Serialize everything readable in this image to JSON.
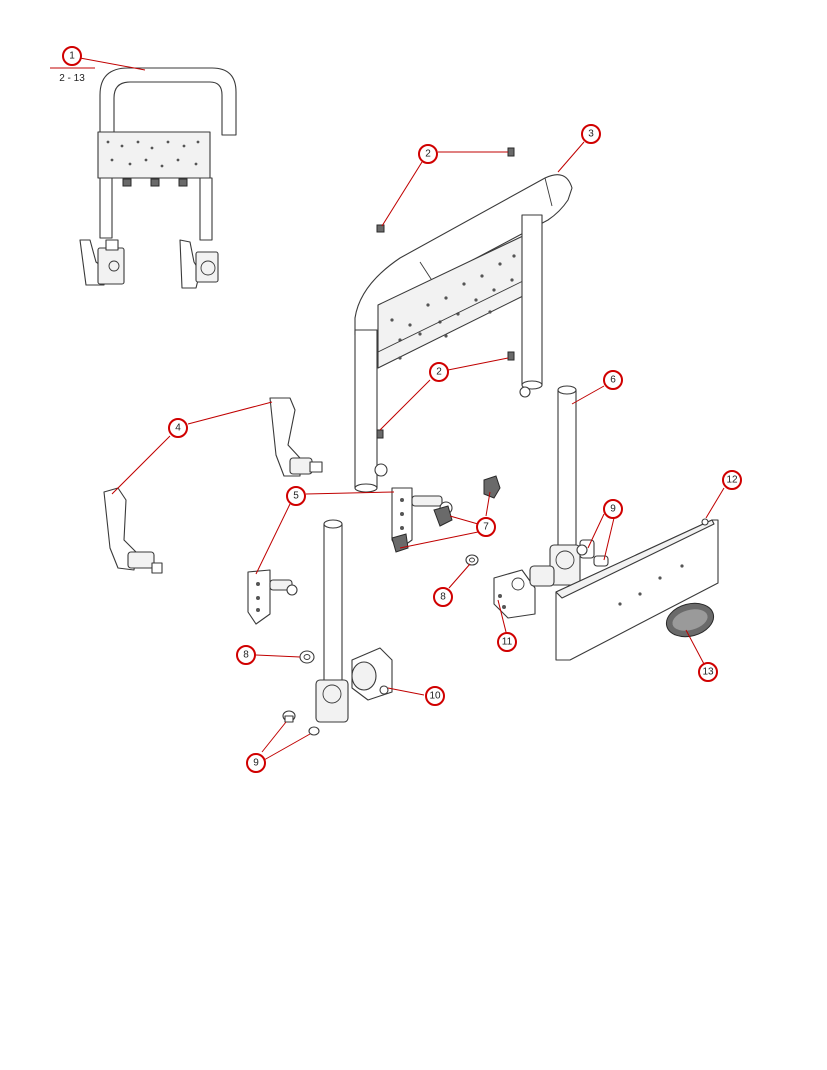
{
  "colors": {
    "callout_ring": "#d00000",
    "leader_line": "#c00000",
    "outline": "#3a3a3a"
  },
  "callouts": {
    "c1": "1",
    "c1_range": "2 - 13",
    "c2a": "2",
    "c2b": "2",
    "c3": "3",
    "c4": "4",
    "c5": "5",
    "c6": "6",
    "c7": "7",
    "c8a": "8",
    "c8b": "8",
    "c9a": "9",
    "c9b": "9",
    "c10": "10",
    "c11": "11",
    "c12": "12",
    "c13": "13"
  }
}
